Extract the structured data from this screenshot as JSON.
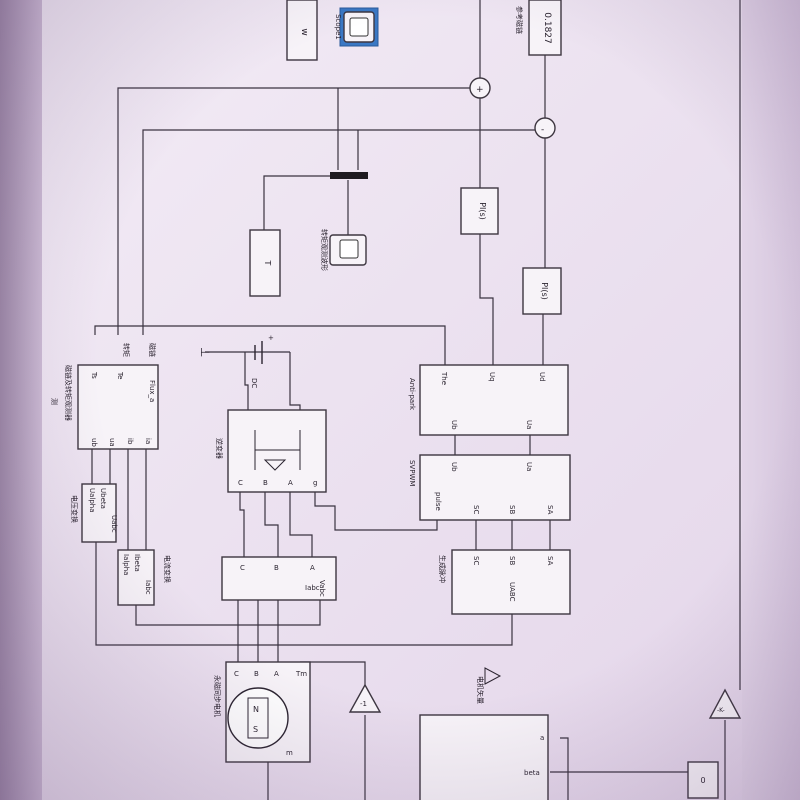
{
  "blocks": {
    "constant_top": "0.1827",
    "constant_top_caption": "参考磁链",
    "gain_w": "w",
    "scope_top": "Scope1",
    "pi_1": "PI(s)",
    "pi_2": "PI(s)",
    "goto_T": "T",
    "scope_torque_caption": "转矩观测波形",
    "flux_obs": {
      "title": "Flux_a",
      "ports": [
        "Ts",
        "Te",
        "ia",
        "ib",
        "ua",
        "ub"
      ],
      "caption": "磁链及转矩观测器",
      "caption2": "测",
      "top_labels": [
        "转矩",
        "磁链"
      ]
    },
    "clarke_u": {
      "ports": [
        "Ualpha",
        "Ubeta",
        "Uabc"
      ],
      "caption": "电压变换"
    },
    "clarke_i": {
      "ports": [
        "Ialpha",
        "Ibeta",
        "Iabc"
      ],
      "caption": "电流变换"
    },
    "dc_source": {
      "label": "DC",
      "plus": "+"
    },
    "inverter": {
      "caption": "逆变器",
      "ports": [
        "C",
        "B",
        "A",
        "g"
      ]
    },
    "vmeas": {
      "ports": [
        "C",
        "B",
        "A",
        "Vabc",
        "Iabc"
      ]
    },
    "motor": {
      "caption": "永磁同步电机",
      "ports": [
        "C",
        "B",
        "A",
        "Tm",
        "m"
      ],
      "n_label": "N",
      "s_label": "S"
    },
    "gain_neg": "-1",
    "anti_park": {
      "title": "Anti-park",
      "ports": [
        "The",
        "Uq",
        "Ud",
        "Ub",
        "Ua"
      ]
    },
    "svpwm": {
      "title": "SVPWM",
      "ports": [
        "Ub",
        "Ua",
        "pulse",
        "SC",
        "SB",
        "SA"
      ]
    },
    "gate": {
      "caption": "生成脉冲",
      "ports": [
        "SC",
        "SB",
        "SA",
        "UABC"
      ]
    },
    "ground_label": "⊥",
    "bottom_block": {
      "caption": "电机矢量",
      "ports": [
        "a",
        "beta"
      ]
    },
    "constant_zero": "0",
    "gain_k": "-K-"
  },
  "sum_signs": [
    "+",
    "-"
  ]
}
